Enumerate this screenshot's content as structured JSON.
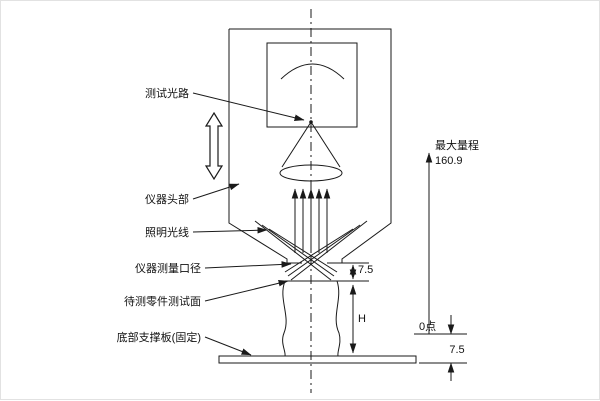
{
  "diagram": {
    "callouts": {
      "test_light_path": "测试光路",
      "instrument_head": "仪器头部",
      "illumination_light": "照明光线",
      "instrument_aperture": "仪器测量口径",
      "test_surface": "待测零件测试面",
      "base_plate": "底部支撑板(固定)"
    },
    "dimensions": {
      "max_range_label": "最大量程",
      "max_range_value": "160.9",
      "aperture_to_surface": "7.5",
      "part_height": "H",
      "zero_point": "0点",
      "zero_to_base": "7.5"
    },
    "colors": {
      "line": "#1a1a1a",
      "background": "#ffffff"
    }
  }
}
